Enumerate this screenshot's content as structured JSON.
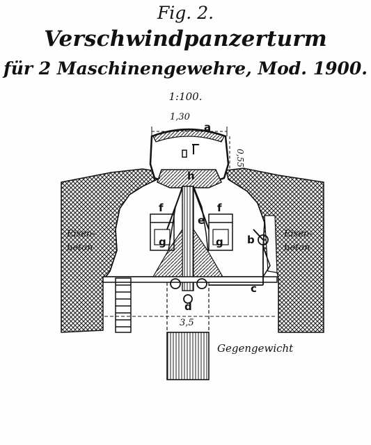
{
  "header": {
    "fig": "Fig. 2.",
    "title": "Verschwindpanzerturm",
    "subtitle": "für 2 Maschinengewehre, Mod. 1900.",
    "scale": "1:100."
  },
  "dimensions": {
    "top_width": "1,30",
    "height": "0,55",
    "base_width": "3,5"
  },
  "labels": {
    "a": "a",
    "b": "b",
    "c": "c",
    "d": "d",
    "e": "e",
    "f_left": "f",
    "f_right": "f",
    "g_left": "g",
    "g_right": "g",
    "h": "h",
    "beton_left": "Eisen-\nbeton",
    "beton_left_1": "Eisen-",
    "beton_left_2": "beton",
    "beton_right_1": "Eisen-",
    "beton_right_2": "beton",
    "counterweight": "Gegengewicht"
  }
}
